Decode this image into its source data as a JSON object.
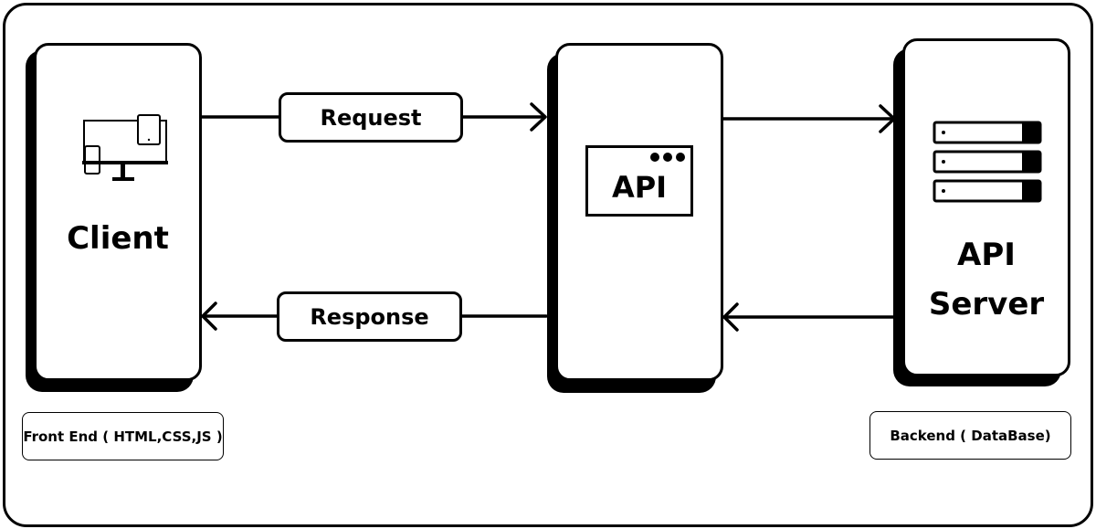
{
  "client": {
    "label": "Client",
    "note": "Front End ( HTML,CSS,JS )"
  },
  "api": {
    "label": "API"
  },
  "server": {
    "label_line1": "API",
    "label_line2": "Server",
    "note": "Backend ( DataBase)"
  },
  "flows": {
    "request_label": "Request",
    "response_label": "Response"
  },
  "icons": {
    "client_icon": "devices-icon",
    "server_icon": "server-rack-icon",
    "api_dots": "window-dots-icon"
  }
}
